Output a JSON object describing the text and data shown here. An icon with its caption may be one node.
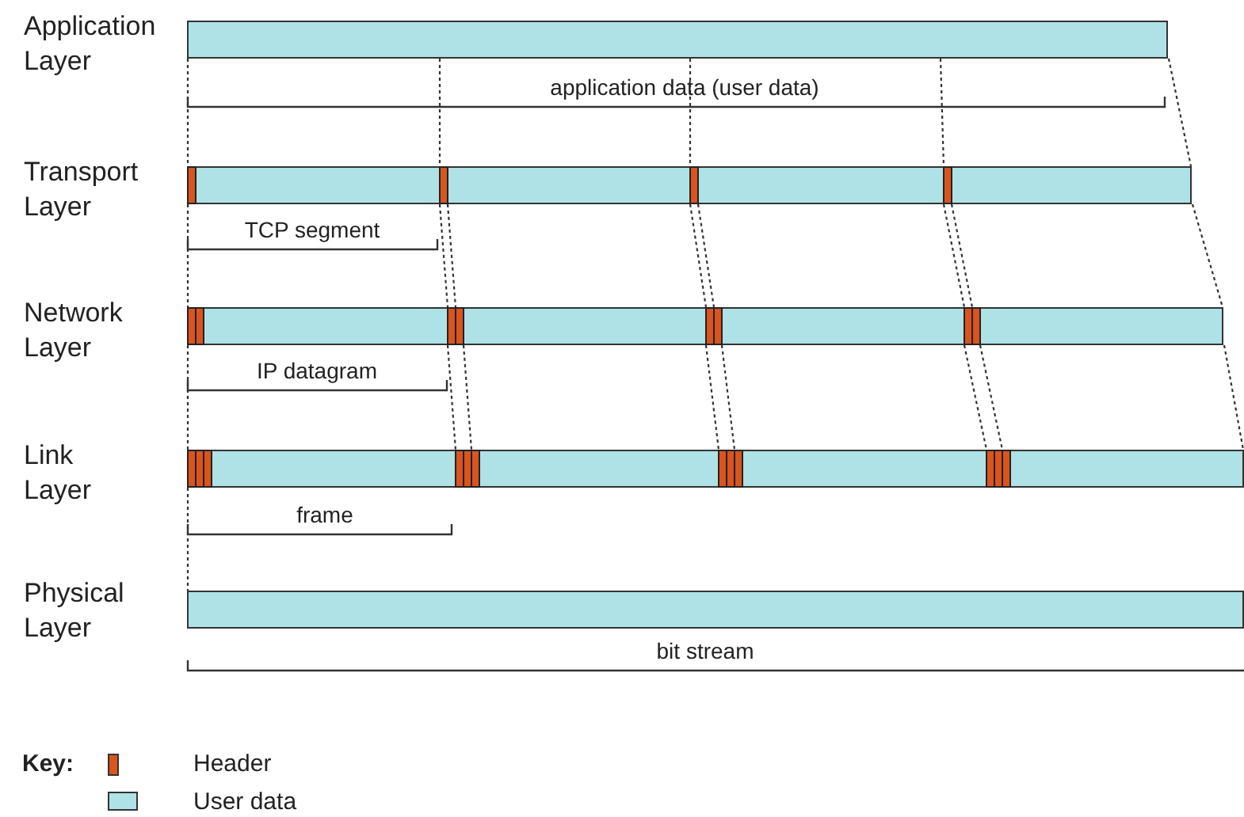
{
  "diagram": {
    "nodes": [
      {
        "text": [],
        "shape": "bar",
        "beside": [
          "Application Layer",
          "application data (user data)"
        ]
      },
      {
        "text": [],
        "shape": "bar",
        "beside": [
          "Transport Layer",
          "TCP segment"
        ]
      },
      {
        "text": [],
        "shape": "bar",
        "beside": [
          "Network Layer",
          "IP datagram"
        ]
      },
      {
        "text": [],
        "shape": "bar",
        "beside": [
          "Link Layer",
          "frame"
        ]
      },
      {
        "text": [],
        "shape": "bar",
        "beside": [
          "Physical Layer",
          "bit stream"
        ]
      }
    ],
    "edges": [
      {
        "from": 0,
        "to": 1,
        "arrow": "none",
        "style": "dashed"
      },
      {
        "from": 0,
        "to": 1,
        "arrow": "none",
        "style": "dashed"
      },
      {
        "from": 0,
        "to": 1,
        "arrow": "none",
        "style": "dashed"
      },
      {
        "from": 0,
        "to": 1,
        "arrow": "none",
        "style": "dashed"
      },
      {
        "from": 0,
        "to": 1,
        "arrow": "none",
        "style": "dashed"
      },
      {
        "from": 1,
        "to": 2,
        "arrow": "none",
        "style": "dashed"
      },
      {
        "from": 1,
        "to": 2,
        "arrow": "none",
        "style": "dashed"
      },
      {
        "from": 1,
        "to": 2,
        "arrow": "none",
        "style": "dashed"
      },
      {
        "from": 1,
        "to": 2,
        "arrow": "none",
        "style": "dashed"
      },
      {
        "from": 1,
        "to": 2,
        "arrow": "none",
        "style": "dashed"
      },
      {
        "from": 1,
        "to": 2,
        "arrow": "none",
        "style": "dashed"
      },
      {
        "from": 1,
        "to": 2,
        "arrow": "none",
        "style": "dashed"
      },
      {
        "from": 1,
        "to": 2,
        "arrow": "none",
        "style": "dashed"
      },
      {
        "from": 2,
        "to": 3,
        "arrow": "none",
        "style": "dashed"
      },
      {
        "from": 2,
        "to": 3,
        "arrow": "none",
        "style": "dashed"
      },
      {
        "from": 2,
        "to": 3,
        "arrow": "none",
        "style": "dashed"
      },
      {
        "from": 2,
        "to": 3,
        "arrow": "none",
        "style": "dashed"
      },
      {
        "from": 2,
        "to": 3,
        "arrow": "none",
        "style": "dashed"
      },
      {
        "from": 2,
        "to": 3,
        "arrow": "none",
        "style": "dashed"
      },
      {
        "from": 2,
        "to": 3,
        "arrow": "none",
        "style": "dashed"
      },
      {
        "from": 2,
        "to": 3,
        "arrow": "none",
        "style": "dashed"
      },
      {
        "from": 3,
        "to": 4,
        "arrow": "none",
        "style": "dashed"
      }
    ],
    "labels": [
      "Key:"
    ],
    "legend": [
      {
        "text": "Header",
        "color": "#d9541e"
      },
      {
        "text": "User data",
        "color": "#aee2e6"
      }
    ]
  }
}
